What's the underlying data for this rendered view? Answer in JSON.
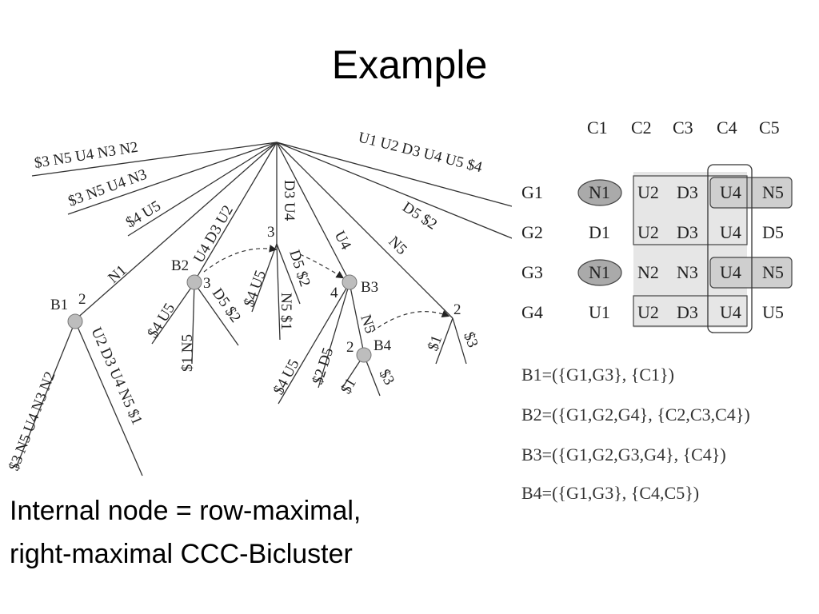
{
  "title": "Example",
  "caption": [
    "Internal node = row-maximal,",
    "right-maximal CCC-Bicluster"
  ],
  "tree": {
    "node_labels": {
      "b1": "B1",
      "b2": "B2",
      "b3": "B3",
      "b4": "B4"
    },
    "depths": {
      "b1": "2",
      "b2": "3",
      "b3": "4",
      "b4": "2",
      "leaf_a": "3",
      "leaf_b": "2"
    },
    "edge_labels": {
      "e1": "$3 N5 U4 N3 N2",
      "e2": "$3 N5 U4 N3",
      "e3": "$4 U5",
      "e4": "N1",
      "e5": "U4 D3 U2",
      "e6": "D3 U4",
      "e7": "U4",
      "e8": "N5",
      "e9": "D5 $2",
      "e10": "U1 U2 D3 U4 U5 $4",
      "b1l": "$3 N5 U4 N3 N2",
      "b1r": "U2 D3 U4 N5 $1",
      "b2a": "$4 U5",
      "b2b": "$1 N5",
      "b2c": "D5 $2",
      "c1": "$4 U5",
      "c2": "D5 $2",
      "c3": "N5 $1",
      "b3a": "$4 U5",
      "b3b": "$2 D5",
      "b3c": "N5",
      "b4a": "$1",
      "b4b": "$3",
      "la": "$1",
      "lb": "$3"
    }
  },
  "matrix": {
    "columns": [
      "C1",
      "C2",
      "C3",
      "C4",
      "C5"
    ],
    "rows": [
      {
        "name": "G1",
        "cells": [
          "N1",
          "U2",
          "D3",
          "U4",
          "N5"
        ]
      },
      {
        "name": "G2",
        "cells": [
          "D1",
          "U2",
          "D3",
          "U4",
          "D5"
        ]
      },
      {
        "name": "G3",
        "cells": [
          "N1",
          "N2",
          "N3",
          "U4",
          "N5"
        ]
      },
      {
        "name": "G4",
        "cells": [
          "U1",
          "U2",
          "D3",
          "U4",
          "U5"
        ]
      }
    ]
  },
  "biclusters": [
    "B1=({G1,G3}, {C1})",
    "B2=({G1,G2,G4}, {C2,C3,C4})",
    "B3=({G1,G2,G3,G4}, {C4})",
    "B4=({G1,G3}, {C4,C5})"
  ]
}
